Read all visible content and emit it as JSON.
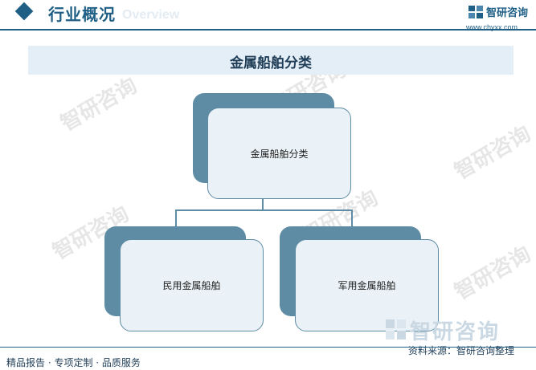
{
  "header": {
    "title": "行业概况",
    "subtitle_en": "Overview",
    "logo_name": "智研咨询",
    "logo_url": "www.chyxx.com"
  },
  "band_title": "金属船舶分类",
  "diagram": {
    "root": "金属船舶分类",
    "children": [
      "民用金属船舶",
      "军用金属船舶"
    ]
  },
  "footer": {
    "left": "精品报告 · 专项定制 · 品质服务",
    "source": "资料来源：智研咨询整理"
  },
  "watermark": {
    "text": "智研咨询"
  },
  "colors": {
    "brand": "#1f5f86",
    "node_back": "#5e8ca4",
    "node_front": "#ebf2f7",
    "band": "#e4eef6"
  }
}
